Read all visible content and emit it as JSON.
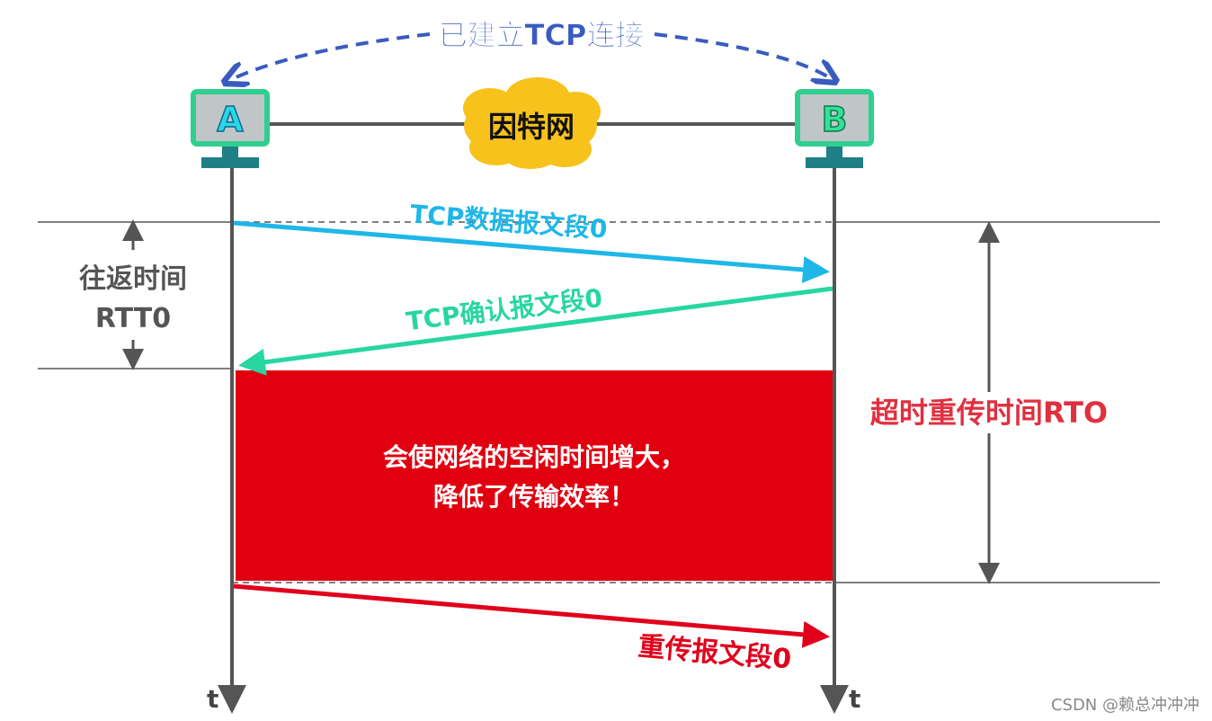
{
  "title": "已建立TCP连接",
  "network_label": "因特网",
  "host_a_label": "A",
  "host_b_label": "B",
  "rtt_label_line1": "往返时间",
  "rtt_label_line2": "RTT0",
  "rto_label": "超时重传时间RTO",
  "data_segment_label": "TCP数据报文段0",
  "ack_segment_label": "TCP确认报文段0",
  "retransmit_label": "重传报文段0",
  "idle_text_line1": "会使网络的空闲时间增大，",
  "idle_text_line2": "降低了传输效率！",
  "time_axis_label_a": "t",
  "time_axis_label_b": "t",
  "watermark": "CSDN @赖总冲冲冲",
  "colors": {
    "title_blue": "#3a5bbf",
    "data_arrow": "#1eb7e8",
    "ack_arrow": "#27d6a1",
    "retransmit": "#e0001b",
    "rto_text": "#e03040",
    "idle_box": "#e00010",
    "host_border": "#2fcf8f",
    "host_screen": "#c0c6c8",
    "host_base": "#1f7f85",
    "cloud": "#f7c21b",
    "lines": "#555555"
  }
}
